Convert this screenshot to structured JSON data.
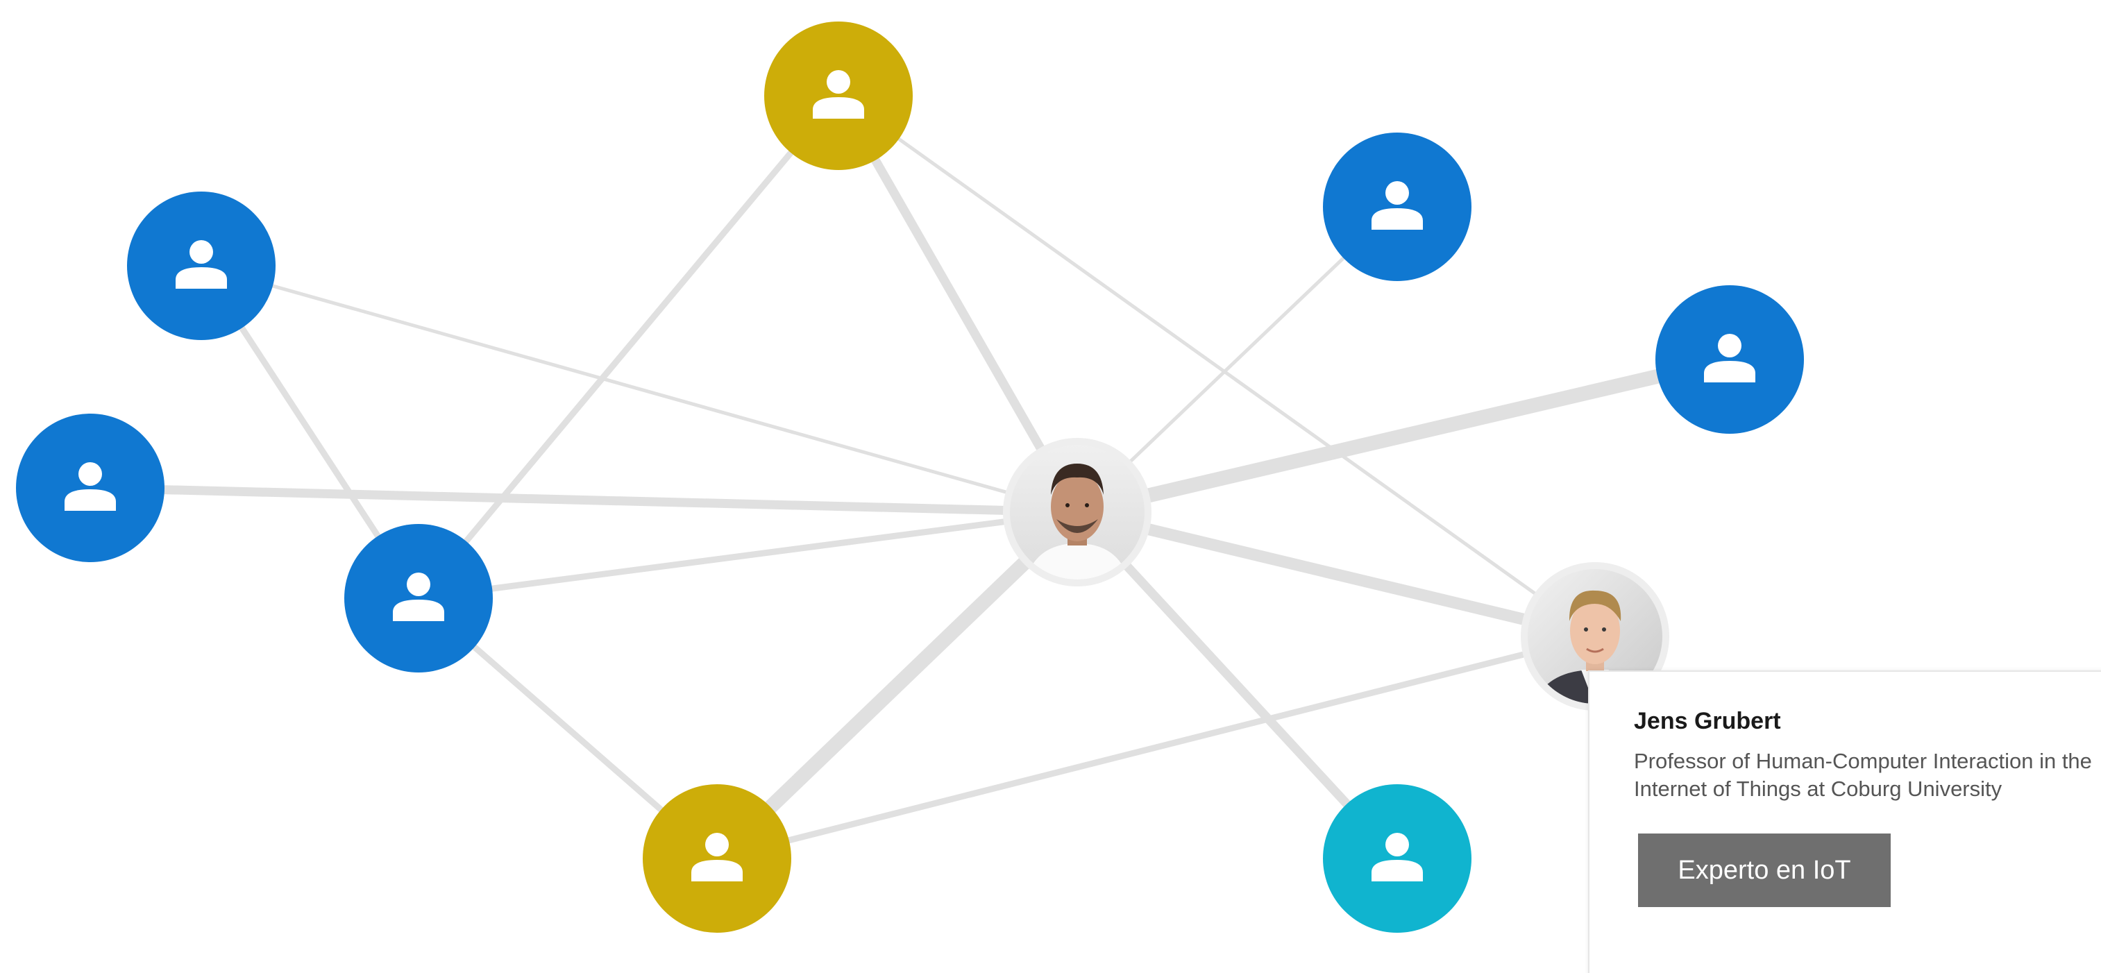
{
  "colors": {
    "blue": "#1078d1",
    "gold": "#cdad09",
    "cyan": "#10b4cf",
    "edge": "#e0e0e0",
    "photo_ring": "#eeeeee",
    "button": "#6f6f6f"
  },
  "nodes": [
    {
      "id": "n1",
      "kind": "blue",
      "icon": "person-icon"
    },
    {
      "id": "n2",
      "kind": "blue",
      "icon": "person-icon"
    },
    {
      "id": "n3",
      "kind": "blue",
      "icon": "person-icon"
    },
    {
      "id": "n4",
      "kind": "gold",
      "icon": "person-icon"
    },
    {
      "id": "n5",
      "kind": "gold",
      "icon": "person-icon"
    },
    {
      "id": "n6",
      "kind": "blue",
      "icon": "person-icon"
    },
    {
      "id": "n7",
      "kind": "blue",
      "icon": "person-icon"
    },
    {
      "id": "n8",
      "kind": "cyan",
      "icon": "person-icon"
    },
    {
      "id": "center",
      "kind": "photo",
      "icon": "profile-photo"
    },
    {
      "id": "jens",
      "kind": "photo",
      "icon": "profile-photo"
    }
  ],
  "edges": [
    {
      "from": "center",
      "to": "n1",
      "weight": 1
    },
    {
      "from": "center",
      "to": "n2",
      "weight": 3
    },
    {
      "from": "center",
      "to": "n3",
      "weight": 2
    },
    {
      "from": "center",
      "to": "n4",
      "weight": 3
    },
    {
      "from": "center",
      "to": "n5",
      "weight": 5
    },
    {
      "from": "center",
      "to": "n6",
      "weight": 1
    },
    {
      "from": "center",
      "to": "n7",
      "weight": 5
    },
    {
      "from": "center",
      "to": "n8",
      "weight": 3
    },
    {
      "from": "center",
      "to": "jens",
      "weight": 4
    },
    {
      "from": "n1",
      "to": "n3",
      "weight": 2
    },
    {
      "from": "n3",
      "to": "n4",
      "weight": 2
    },
    {
      "from": "n3",
      "to": "n5",
      "weight": 2
    },
    {
      "from": "n4",
      "to": "jens",
      "weight": 1
    },
    {
      "from": "n5",
      "to": "jens",
      "weight": 2
    }
  ],
  "tooltip": {
    "name": "Jens Grubert",
    "description": "Professor of Human-Computer Interaction in the Internet of Things at Coburg University",
    "button_label": "Experto en IoT"
  }
}
